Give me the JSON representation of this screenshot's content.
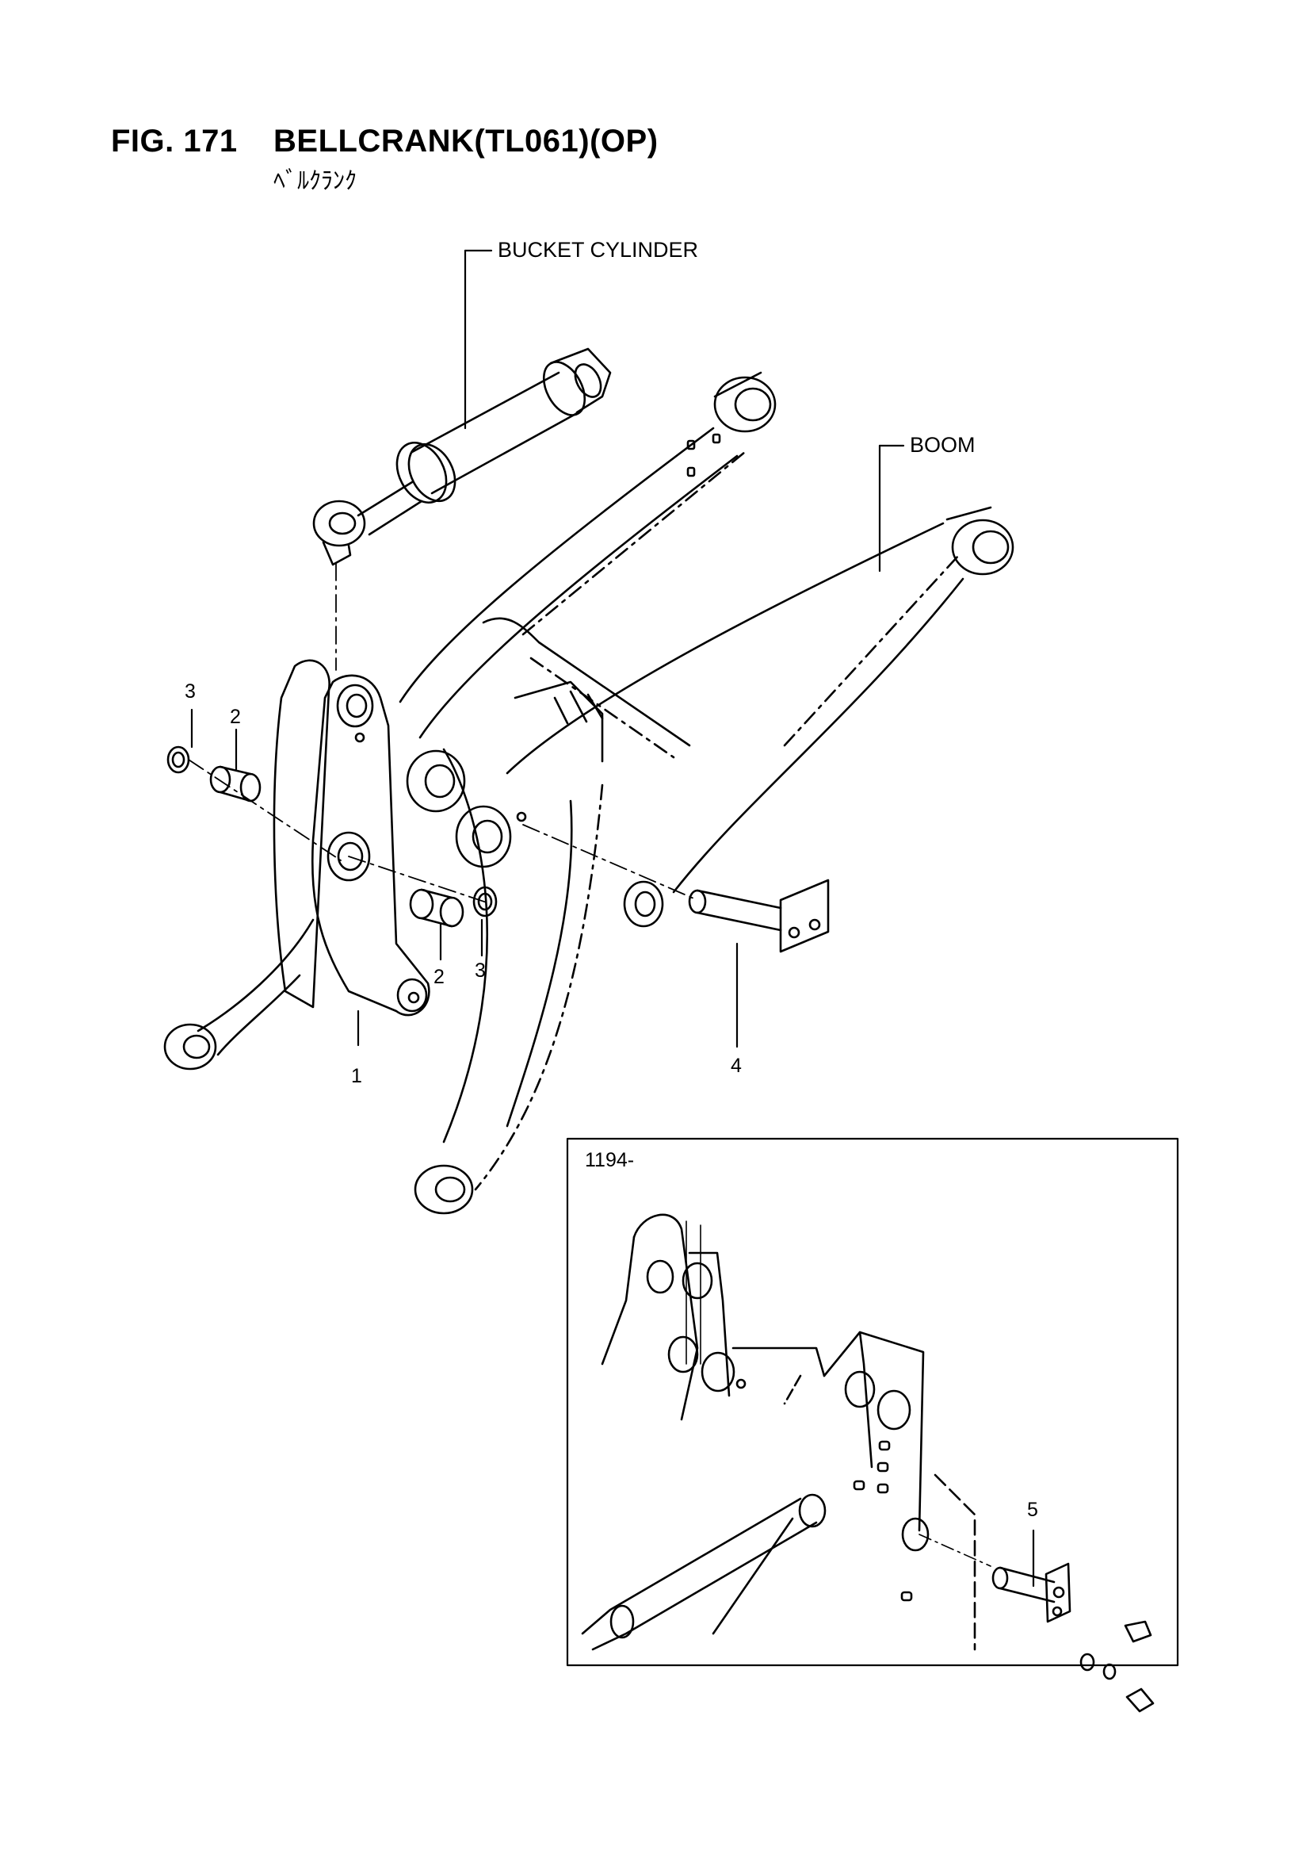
{
  "header": {
    "fig_number": "FIG. 171",
    "fig_title": "BELLCRANK(TL061)(OP)",
    "fig_subtitle": "ﾍﾞﾙｸﾗﾝｸ"
  },
  "labels": {
    "bucket_cylinder": "BUCKET CYLINDER",
    "boom": "BOOM"
  },
  "callouts": {
    "c1": "1",
    "c2a": "2",
    "c2b": "2",
    "c3a": "3",
    "c3b": "3",
    "c4": "4",
    "c5": "5"
  },
  "inset": {
    "serial_label": "1194-"
  },
  "colors": {
    "ink": "#000000",
    "paper": "#ffffff"
  }
}
